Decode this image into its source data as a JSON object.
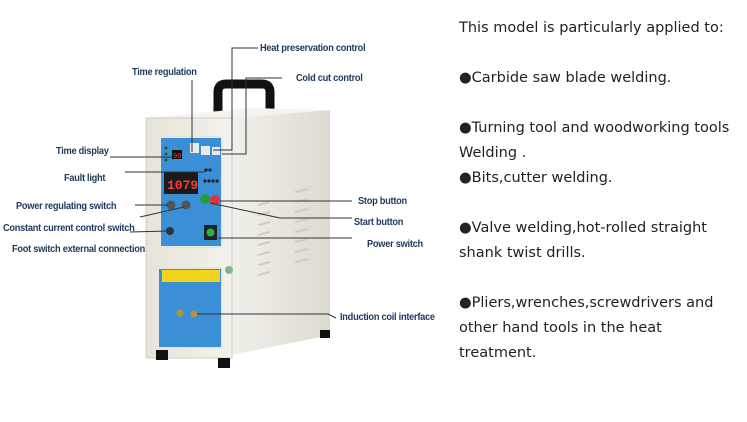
{
  "diagram": {
    "labels": {
      "heat_preservation": "Heat preservation control",
      "time_regulation": "Time regulation",
      "cold_cut": "Cold cut control",
      "time_display": "Time display",
      "fault_light": "Fault light",
      "power_regulating": "Power regulating switch",
      "constant_current": "Constant current control switch",
      "foot_switch": "Foot switch external connection",
      "stop_button": "Stop button",
      "start_button": "Start button",
      "power_switch": "Power switch",
      "induction_coil": "Induction coil interface"
    },
    "display_value": "1079",
    "time_display_value": "90",
    "colors": {
      "panel_blue": "#3a8fd6",
      "body": "#ecebe3",
      "label_text": "#1d3a5c",
      "display_red": "#ff3b2f"
    }
  },
  "description": {
    "intro": "This model is particularly applied to:",
    "items": [
      [
        "●Carbide saw blade welding."
      ],
      [
        "●Turning tool and woodworking tools",
        "Welding .",
        "●Bits,cutter welding."
      ],
      [
        "●Valve welding,hot-rolled straight",
        "shank twist drills."
      ],
      [
        "●Pliers,wrenches,screwdrivers and",
        "other hand tools in the heat",
        "treatment."
      ]
    ]
  }
}
